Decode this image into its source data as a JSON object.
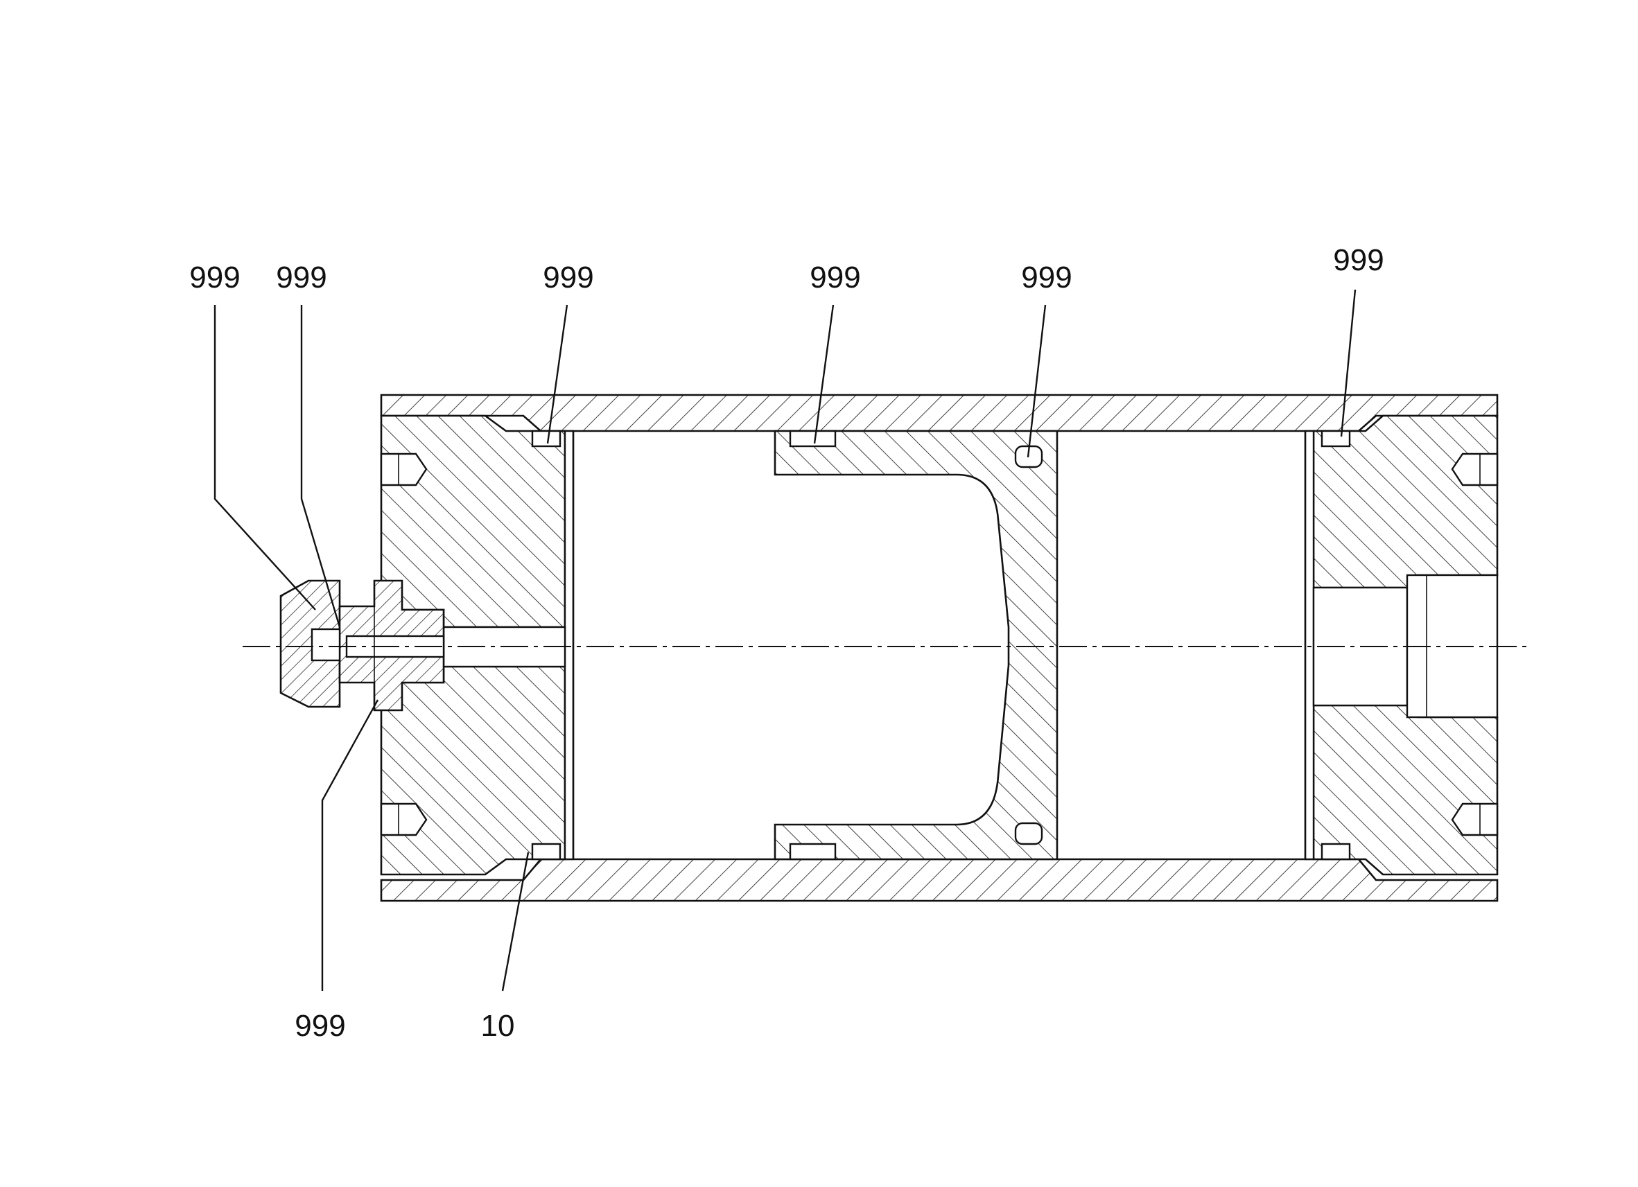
{
  "labels": {
    "ref_top_1": "999",
    "ref_top_2": "999",
    "ref_top_3": "999",
    "ref_top_4": "999",
    "ref_top_5": "999",
    "ref_top_6": "999",
    "ref_bottom_1": "999",
    "ref_bottom_2": "10"
  }
}
